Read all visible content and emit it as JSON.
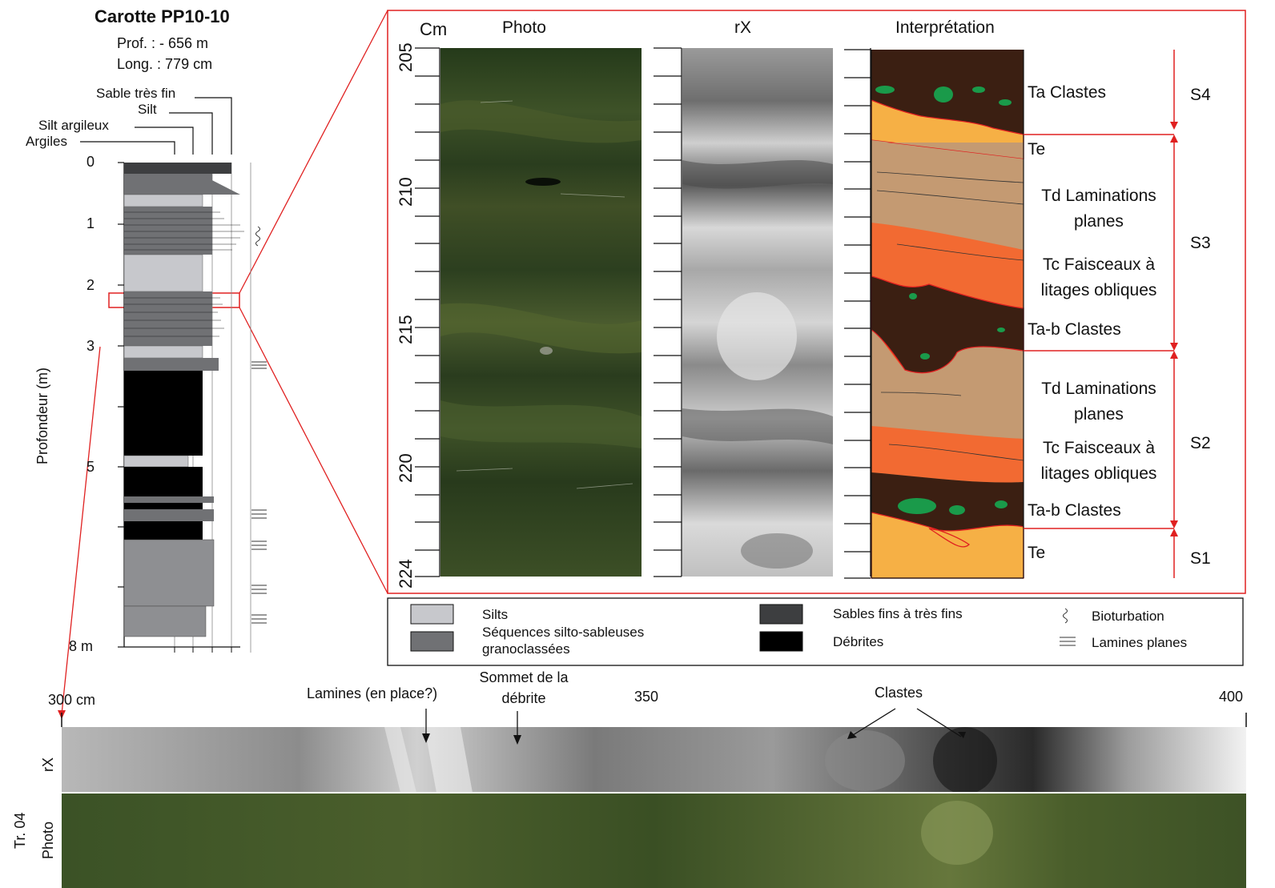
{
  "core": {
    "title": "Carotte PP10-10",
    "depth": "Prof. : - 656 m",
    "length": "Long. : 779 cm"
  },
  "grain_sizes": [
    "Sable très fin",
    "Silt",
    "Silt argileux",
    "Argiles"
  ],
  "log_axis": {
    "label": "Profondeur (m)",
    "ticks": [
      "0",
      "1",
      "2",
      "3",
      "5",
      "8 m"
    ]
  },
  "zoom_panel": {
    "depth_unit": "Cm",
    "depth_ticks": [
      "205",
      "210",
      "215",
      "220",
      "224"
    ],
    "column_titles": [
      "Photo",
      "rX",
      "Interprétation"
    ],
    "interpretation": [
      {
        "label": "Ta Clastes"
      },
      {
        "label": "Te"
      },
      {
        "label": "Td Laminations planes"
      },
      {
        "label": "Tc Faisceaux à litages obliques"
      },
      {
        "label": "Ta-b Clastes"
      },
      {
        "label": "Td Laminations planes"
      },
      {
        "label": "Tc Faisceaux à litages obliques"
      },
      {
        "label": "Ta-b Clastes"
      },
      {
        "label": "Te"
      }
    ],
    "sequences": [
      "S4",
      "S3",
      "S2",
      "S1"
    ]
  },
  "legend": {
    "items": [
      {
        "label": "Silts",
        "color": "#c7c8cc"
      },
      {
        "label": "Séquences silto-sableuses granoclassées",
        "color": "#707174"
      },
      {
        "label": "Sables fins à très fins",
        "color": "#3d3e40"
      },
      {
        "label": "Débrites",
        "color": "#000000"
      },
      {
        "label": "Bioturbation",
        "icon": "bioturbation-icon"
      },
      {
        "label": "Lamines planes",
        "icon": "lamines-icon"
      }
    ]
  },
  "bottom_section": {
    "scale": [
      "300 cm",
      "350",
      "400"
    ],
    "annotations": [
      "Lamines (en place?)",
      "Sommet de la débrite",
      "Clastes"
    ],
    "track": "Tr. 04",
    "rows": [
      "rX",
      "Photo"
    ]
  },
  "colors": {
    "outline": "#e02020",
    "clast": "#1a9a4a",
    "dark_brown": "#3b1f12",
    "orange": "#f26a32",
    "tan": "#c49a72",
    "yellow_orange": "#f6b045"
  }
}
